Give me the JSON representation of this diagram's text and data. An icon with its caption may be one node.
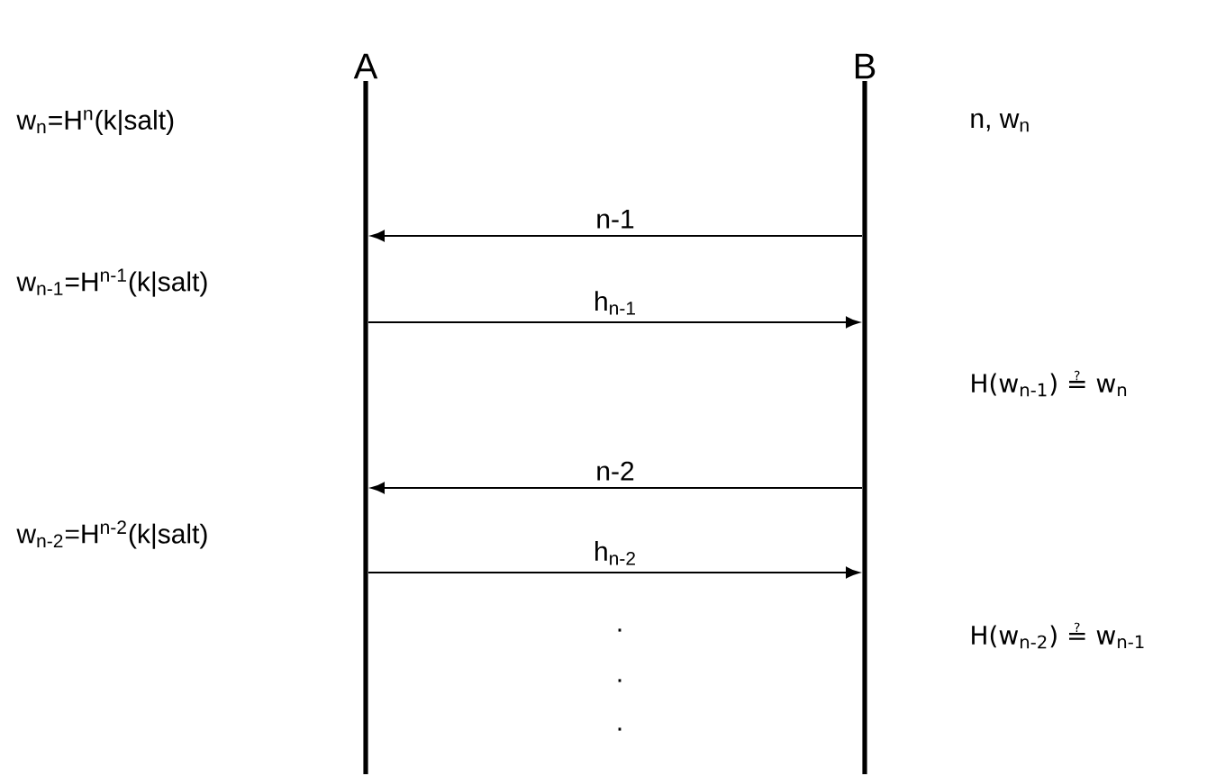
{
  "diagram": {
    "nodes": [
      {
        "text": [
          "A"
        ]
      },
      {
        "text": [
          "B"
        ]
      }
    ],
    "edges": [
      {
        "from": 1,
        "to": 0,
        "arrow": "to",
        "label": "n-1"
      },
      {
        "from": 0,
        "to": 1,
        "arrow": "to",
        "label": "h$_{n-1}$"
      },
      {
        "from": 1,
        "to": 0,
        "arrow": "to",
        "label": "n-2"
      },
      {
        "from": 0,
        "to": 1,
        "arrow": "to",
        "label": "h$_{n-2}$"
      }
    ],
    "labels": [
      "w$_{n}$=H$^{n}$(k|salt)",
      "n, w$_{n}$",
      "w$_{n-1}$=H$^{n-1}$(k|salt)",
      "H(w$_{n-1}$) ≟ w$_{n}$",
      "w$_{n-2}$=H$^{n-2}$(k|salt)",
      "H(w$_{n-2}$) ≟ w$_{n-1}$",
      ".",
      ".",
      "."
    ]
  }
}
